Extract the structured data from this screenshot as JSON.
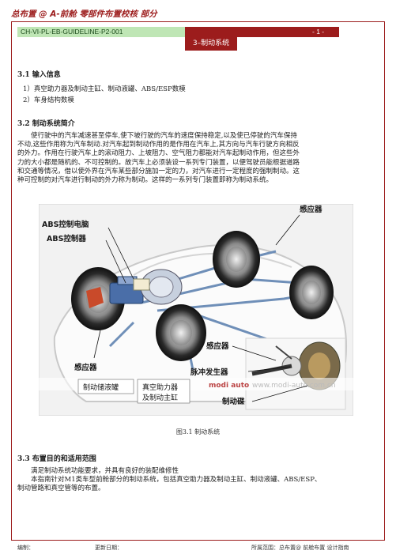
{
  "header": {
    "title": "总布置 @ A-前舱 零部件布置校核 部分",
    "code": "CH-VI-PL-EB-GUIDELINE-P2-001",
    "page": "- 1 -",
    "section": "3–制动系统"
  },
  "section_3_1": {
    "heading": "3.1 输入信息",
    "items": [
      "1）真空助力器及制动主缸、制动液罐、ABS/ESP数模",
      "2）车身结构数模"
    ]
  },
  "section_3_2": {
    "heading": "3.2 制动系统简介",
    "lines": [
      "使行驶中的汽车减速甚至停车,使下坡行驶的汽车的速度保持稳定,以及使已停驶的汽车保持",
      "不动,这些作用称为汽车制动.对汽车起到制动作用的是作用在汽车上,其方向与汽车行驶方向相反",
      "的外力。作用在行驶汽车上的滚动阻力、上坡阻力、空气阻力都能对汽车起制动作用，但这些外",
      "力的大小都是随机的、不可控制的。故汽车上必须装设一系列专门装置，以便驾驶员能根据道路",
      "和交通等情况，借以使外界在汽车某些部分施加一定的力，对汽车进行一定程度的强制制动。这",
      "种可控制的对汽车进行制动的外力称为制动。这样的一系列专门装置即称为制动系统。"
    ]
  },
  "figure": {
    "labels": {
      "abs_ecu": "ABS控制电脑",
      "abs_controller": "ABS控制器",
      "sensor_top": "感应器",
      "sensor_mid": "感应器",
      "sensor_left": "感应器",
      "pulse_generator": "脉冲发生器",
      "brake_disc": "制动碟",
      "reservoir": "制动储液罐",
      "booster_1": "真空助力器",
      "booster_2": "及制动主缸",
      "watermark": "www.modi-auto.com.cn",
      "logo": "modi auto"
    },
    "caption": "图3.1 制动系统"
  },
  "section_3_3": {
    "heading": "3.3  布置目的和适用范围",
    "lines": [
      "满足制动系统功能要求，并具有良好的装配维修性",
      "本指南针对M1类车型前舱部分的制动系统，包括真空助力器及制动主缸、制动液罐、ABS/ESP、",
      "制动管路和真空管等的布置。"
    ]
  },
  "footer": {
    "compiled_by": "编制：",
    "updated": "更新日期：",
    "scope": "所属范围：总布置@ 前舱布置 设计指南"
  },
  "colors": {
    "accent": "#9c1c1c",
    "band_green": "#bfe6b5"
  }
}
